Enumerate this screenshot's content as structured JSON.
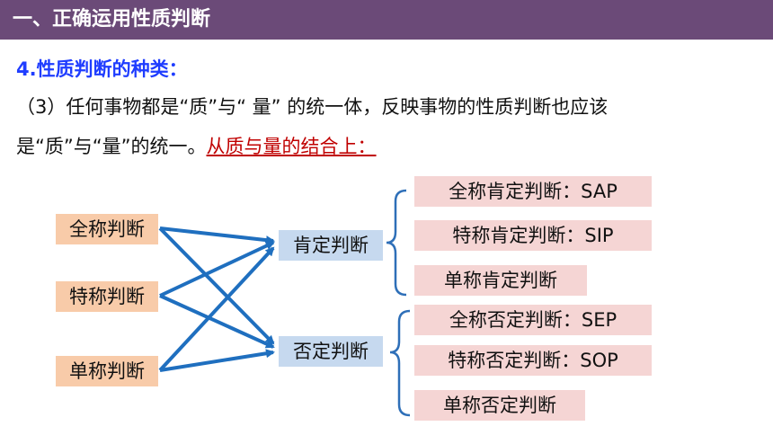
{
  "header": {
    "title": "一、正确运用性质判断",
    "bar_color": "#6b4a78"
  },
  "section": {
    "heading": "4.性质判断的种类："
  },
  "paragraph": {
    "line1": "（3）任何事物都是“质”与“ 量” 的统一体，反映事物的性质判断也应该",
    "line2_prefix": "是“质”与“量”的统一。",
    "line2_highlight": "从质与量的结合上："
  },
  "diagram": {
    "quantity_boxes": [
      "全称判断",
      "特称判断",
      "单称判断"
    ],
    "quality_boxes": [
      "肯定判断",
      "否定判断"
    ],
    "affirmative_results": [
      "全称肯定判断：SAP",
      "特称肯定判断：SIP",
      "单称肯定判断"
    ],
    "negative_results": [
      "全称否定判断：SEP",
      "特称否定判断：SOP",
      "单称否定判断"
    ],
    "colors": {
      "orange_box": "#f8cba9",
      "blue_box": "#c6d9ef",
      "pink_box": "#f5d5d4",
      "arrow": "#1f6fbf",
      "brace": "#2e6fb8"
    }
  }
}
